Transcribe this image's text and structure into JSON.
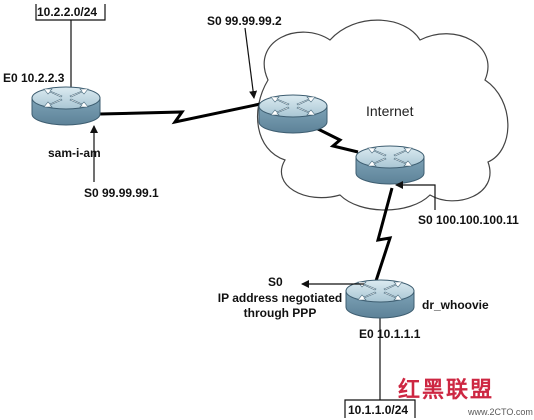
{
  "nodes": {
    "sam_i_am": {
      "name": "sam-i-am",
      "e0": "E0 10.2.2.3",
      "s0": "S0 99.99.99.1"
    },
    "isp_router": {
      "s0": "S0 99.99.99.2"
    },
    "internet_router": {
      "s0": "S0 100.100.100.11"
    },
    "dr_whoovie": {
      "name": "dr_whoovie",
      "e0": "E0 10.1.1.1",
      "s0": "S0",
      "s0_note_line1": "IP address negotiated",
      "s0_note_line2": "through PPP"
    }
  },
  "networks": {
    "top_left": "10.2.2.0/24",
    "bottom": "10.1.1.0/24"
  },
  "cloud": {
    "label": "Internet"
  },
  "watermark": {
    "url": "www.2CTO.com",
    "brand_cn": "红黑联盟"
  },
  "colors": {
    "router_body": "#8fb2c4",
    "router_top": "#cfe0e8",
    "cloud_fill": "#ffffff",
    "cloud_stroke": "#444444",
    "watermark": "#c8102e"
  }
}
